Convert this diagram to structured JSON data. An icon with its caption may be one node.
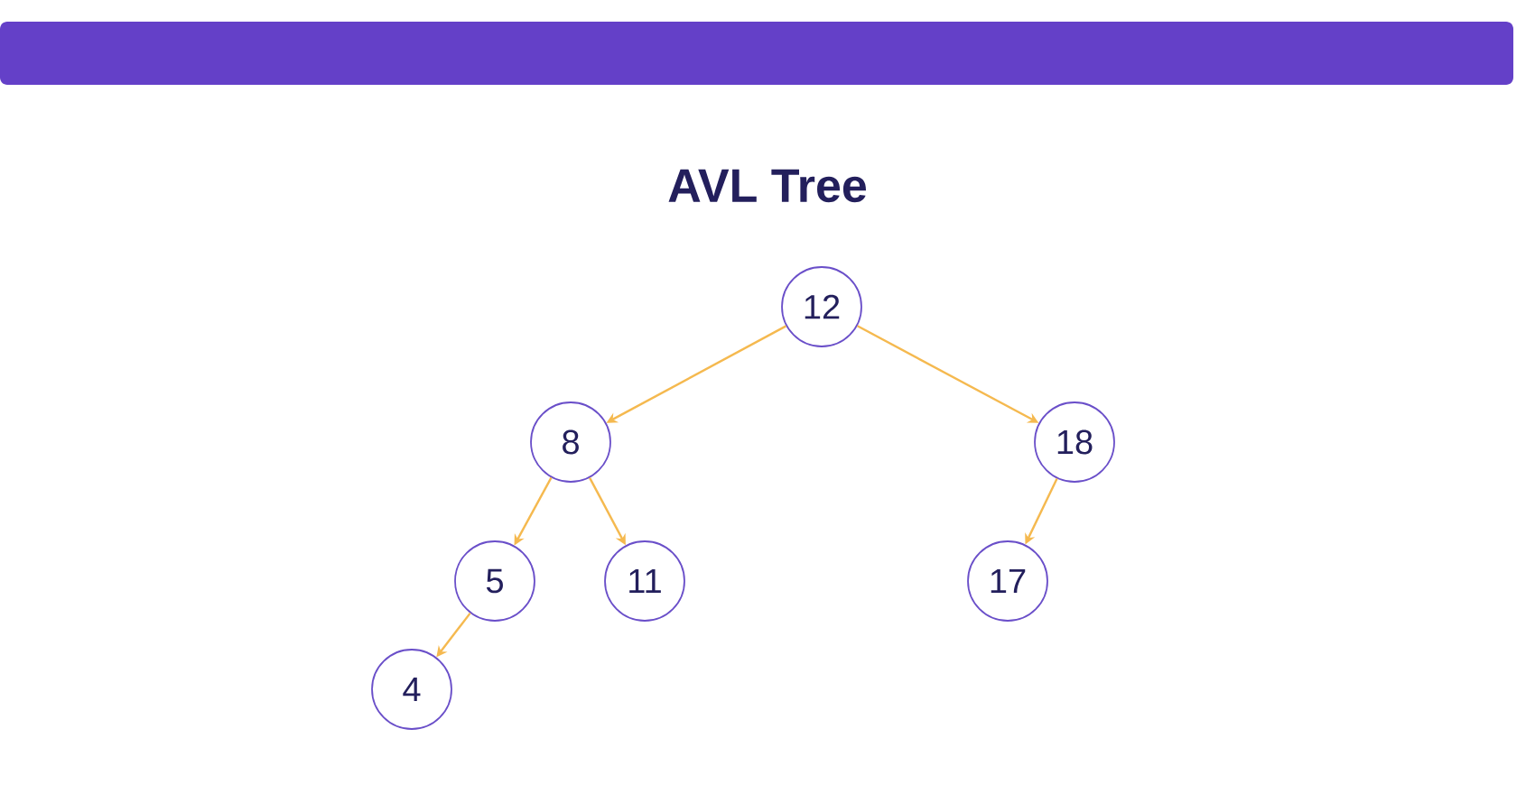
{
  "diagram": {
    "title": "AVL Tree",
    "nodes": [
      {
        "text": [
          "12"
        ]
      },
      {
        "text": [
          "8"
        ]
      },
      {
        "text": [
          "18"
        ]
      },
      {
        "text": [
          "5"
        ]
      },
      {
        "text": [
          "11"
        ]
      },
      {
        "text": [
          "17"
        ]
      },
      {
        "text": [
          "4"
        ]
      }
    ],
    "edges": [
      {
        "from": 0,
        "to": 1,
        "arrow": "to"
      },
      {
        "from": 0,
        "to": 2,
        "arrow": "to"
      },
      {
        "from": 1,
        "to": 3,
        "arrow": "to"
      },
      {
        "from": 1,
        "to": 4,
        "arrow": "to"
      },
      {
        "from": 2,
        "to": 5,
        "arrow": "to"
      },
      {
        "from": 3,
        "to": 6,
        "arrow": "to"
      }
    ]
  }
}
